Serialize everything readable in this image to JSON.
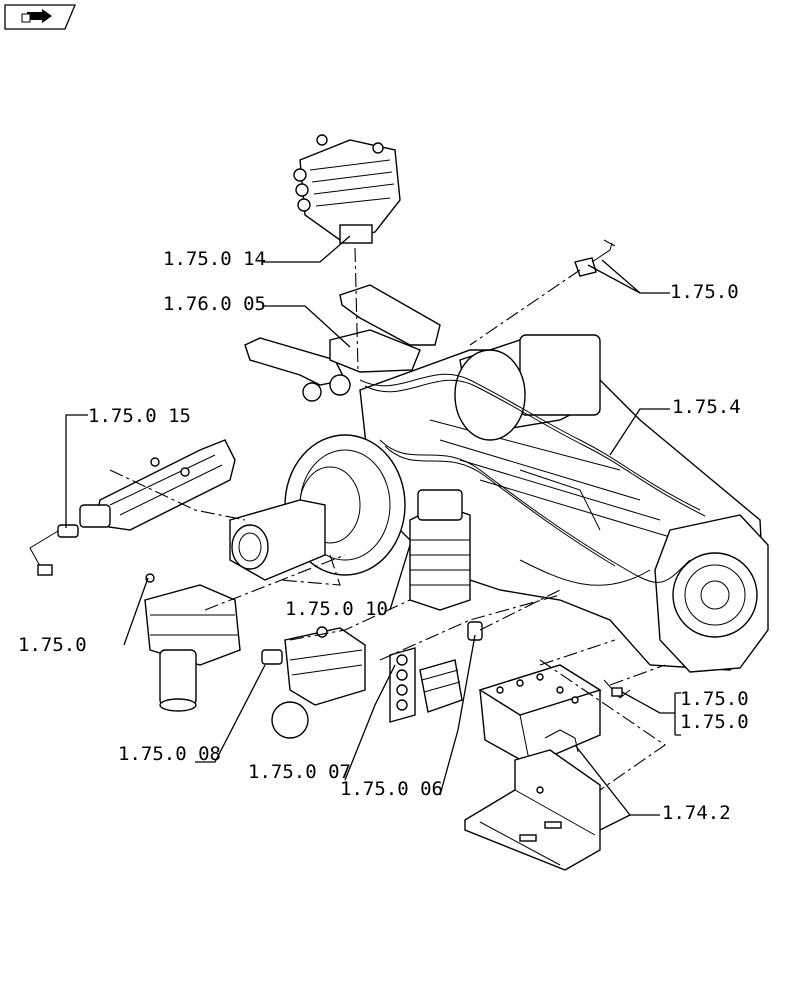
{
  "callouts": [
    {
      "id": "c1",
      "text": "1.75.0 14"
    },
    {
      "id": "c2",
      "text": "1.76.0 05"
    },
    {
      "id": "c3",
      "text": "1.75.0"
    },
    {
      "id": "c4",
      "text": "1.75.0 15"
    },
    {
      "id": "c5",
      "text": "1.75.4"
    },
    {
      "id": "c6",
      "text": "1.75.0 10"
    },
    {
      "id": "c7",
      "text": "1.75.0"
    },
    {
      "id": "c8",
      "text": "1.75.0"
    },
    {
      "id": "c9",
      "text": "1.75.0"
    },
    {
      "id": "c10",
      "text": "1.75.0 08"
    },
    {
      "id": "c11",
      "text": "1.75.0 07"
    },
    {
      "id": "c12",
      "text": "1.75.0 06"
    },
    {
      "id": "c13",
      "text": "1.74.2"
    }
  ],
  "icons": {
    "nav": "arrow-right-icon"
  }
}
